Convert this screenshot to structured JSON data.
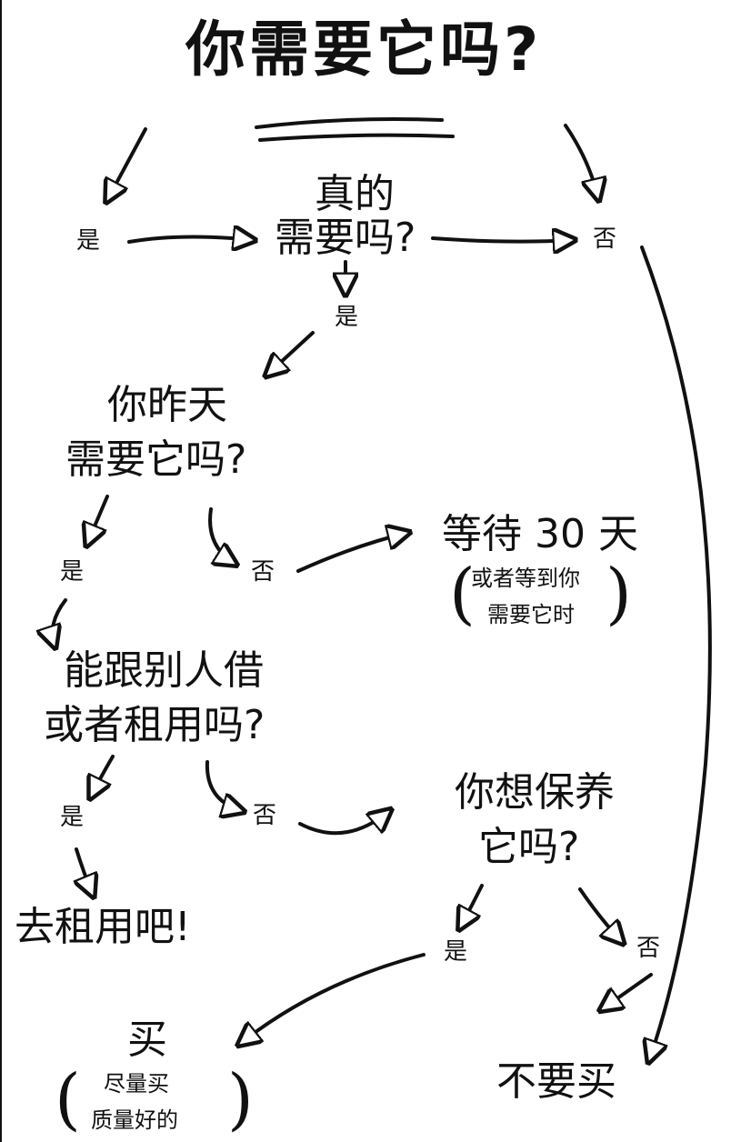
{
  "title": "你需要它吗?",
  "nodes": {
    "really_need_line1": "真的",
    "really_need_line2": "需要吗?",
    "yesterday_line1": "你昨天",
    "yesterday_line2": "需要它吗?",
    "wait_main": "等待 30 天",
    "wait_sub_line1": "或者等到你",
    "wait_sub_line2": "需要它时",
    "borrow_line1": "能跟别人借",
    "borrow_line2": "或者租用吗?",
    "go_rent": "去租用吧!",
    "maintain_line1": "你想保养",
    "maintain_line2": "它吗?",
    "buy_main": "买",
    "buy_sub_line1": "尽量买",
    "buy_sub_line2": "质量好的",
    "dont_buy": "不要买"
  },
  "edge_labels": {
    "yes_1": "是",
    "no_1": "否",
    "yes_2": "是",
    "yes_3": "是",
    "no_3": "否",
    "yes_4": "是",
    "no_4": "否",
    "yes_5": "是",
    "no_5": "否"
  },
  "colors": {
    "ink": "#111111",
    "background": "#ffffff"
  }
}
